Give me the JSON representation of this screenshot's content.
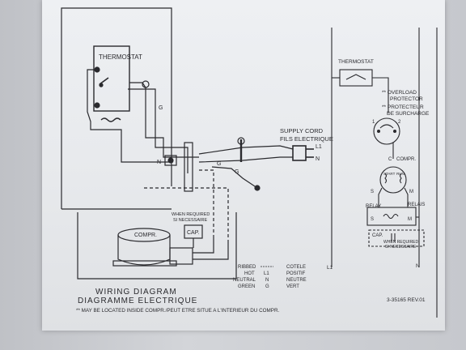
{
  "left_diagram": {
    "thermostat_label": "THERMOSTAT",
    "ground_letter_1": "G",
    "ground_letter_2": "G",
    "ground_letter_3": "G",
    "neutral_letter": "N",
    "supply_cord_en": "SUPPLY CORD",
    "supply_cord_fr": "FILS ELECTRIQUE",
    "plug_l1": "L1",
    "plug_n": "N",
    "when_required_en": "WHEN REQUIRED",
    "when_required_fr": "SI NECESSAIRE",
    "cap_label": "CAP.",
    "compr_label": "COMPR."
  },
  "legend": [
    {
      "en": "RIBBED",
      "code": "",
      "fr": "COTELE"
    },
    {
      "en": "HOT",
      "code": "L1",
      "fr": "POSITIF"
    },
    {
      "en": "NEUTRAL",
      "code": "N",
      "fr": "NEUTRE"
    },
    {
      "en": "GREEN",
      "code": "G",
      "fr": "VERT"
    }
  ],
  "title_en": "WIRING DIAGRAM",
  "title_fr": "DIAGRAMME ELECTRIQUE",
  "footnote": "** MAY BE LOCATED INSIDE COMPR./PEUT ETRE SITUE A L'INTERIEUR DU COMPR.",
  "part_number": "3-35165 REV.01",
  "right_schematic": {
    "thermostat_label": "THERMOSTAT",
    "overload_en": "** OVERLOAD",
    "overload_en2": "PROTECTOR",
    "overload_fr": "** PROTECTEUR",
    "overload_fr2": "DE SURCHARGE",
    "op_pin1": "1",
    "op_pin2": "2",
    "compr_label": "COMPR.",
    "compr_c": "C",
    "start_winding": "START",
    "run_winding": "RUN",
    "compr_s": "S",
    "compr_m": "M",
    "relay_en": "RELAY",
    "relay_fr": "RELAIS",
    "relay_s": "S",
    "relay_m": "M",
    "cap_label": "CAP.",
    "when_required_en": "WHEN REQUIRED",
    "when_required_fr": "SI NECESSAIRE",
    "l1_label": "L1",
    "n_label": "N"
  }
}
